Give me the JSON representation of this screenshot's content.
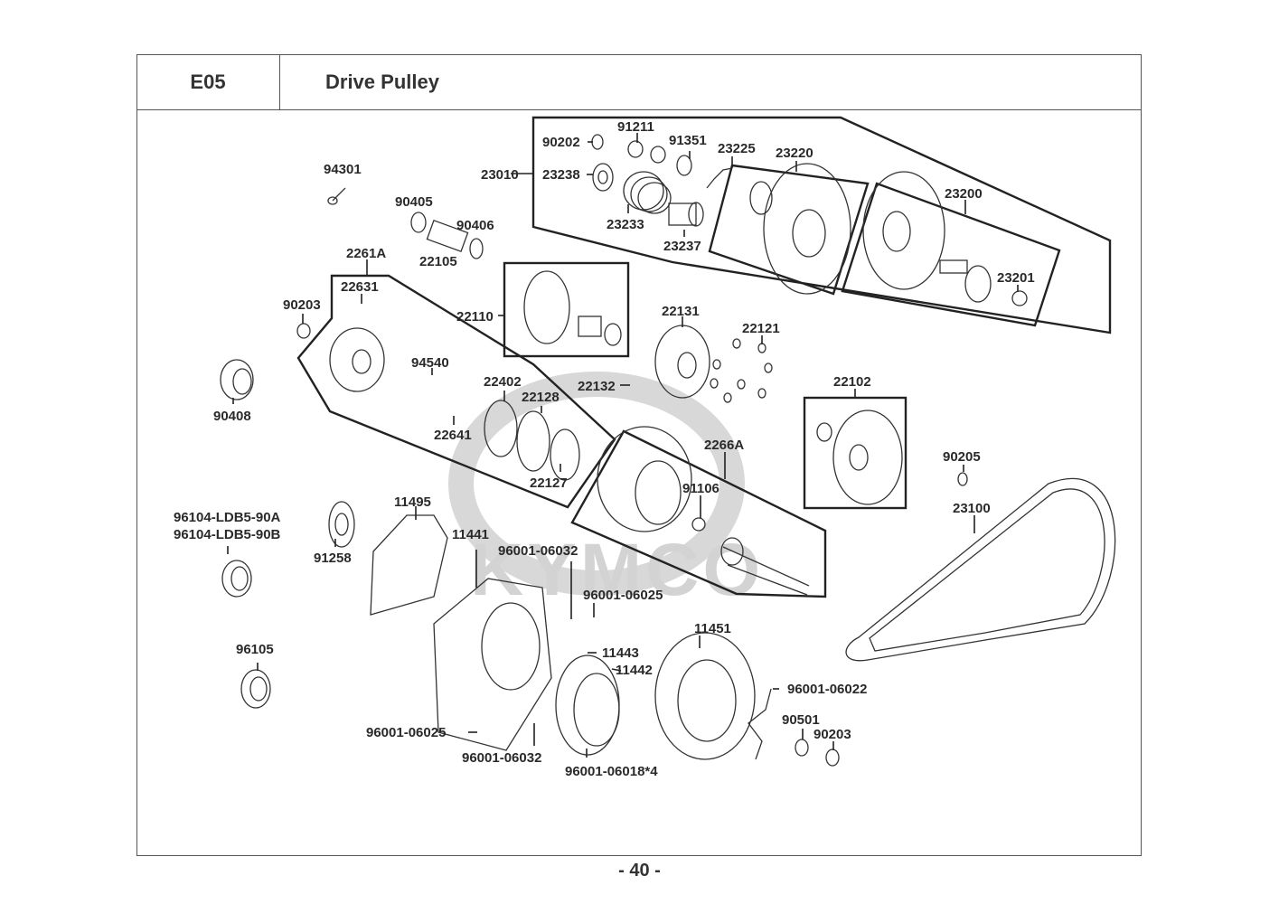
{
  "header": {
    "section_code": "E05",
    "title": "Drive Pulley"
  },
  "footer": {
    "page_number": "- 40 -"
  },
  "watermark": {
    "brand": "KYMCO",
    "color": "#cfcfcf"
  },
  "groups": [
    {
      "id": "23010",
      "members": [
        "90202",
        "91211",
        "91351",
        "23225",
        "23238",
        "23233",
        "23237",
        "23220",
        "23200",
        "23201"
      ]
    },
    {
      "id": "2261A",
      "members": [
        "22631",
        "94540",
        "22402",
        "22128",
        "22641",
        "22127"
      ]
    },
    {
      "id": "22110",
      "members": []
    },
    {
      "id": "22102",
      "members": []
    },
    {
      "id": "2266A",
      "members": [
        "91106"
      ]
    }
  ],
  "labels": {
    "p94301": "94301",
    "p90405": "90405",
    "p90406": "90406",
    "p22105": "22105",
    "p2261A": "2261A",
    "p22631": "22631",
    "p90203a": "90203",
    "p90408": "90408",
    "p94540": "94540",
    "p22402": "22402",
    "p22128": "22128",
    "p22641": "22641",
    "p22127": "22127",
    "p22110": "22110",
    "p22131": "22131",
    "p22121": "22121",
    "p22132": "22132",
    "p23010": "23010",
    "p90202": "90202",
    "p91211": "91211",
    "p91351": "91351",
    "p23225": "23225",
    "p23220": "23220",
    "p23238": "23238",
    "p23233": "23233",
    "p23237": "23237",
    "p23200": "23200",
    "p23201": "23201",
    "p22102": "22102",
    "p90205": "90205",
    "p23100": "23100",
    "p2266A": "2266A",
    "p91106": "91106",
    "p96104a": "96104-LDB5-90A",
    "p96104b": "96104-LDB5-90B",
    "p91258": "91258",
    "p11495": "11495",
    "p11441": "11441",
    "p96001_06032a": "96001-06032",
    "p96001_06025a": "96001-06025",
    "p96105": "96105",
    "p11443": "11443",
    "p11442": "11442",
    "p11451": "11451",
    "p96001_06022": "96001-06022",
    "p90501": "90501",
    "p90203b": "90203",
    "p96001_06025b": "96001-06025",
    "p96001_06032b": "96001-06032",
    "p96001_06018": "96001-06018*4"
  }
}
